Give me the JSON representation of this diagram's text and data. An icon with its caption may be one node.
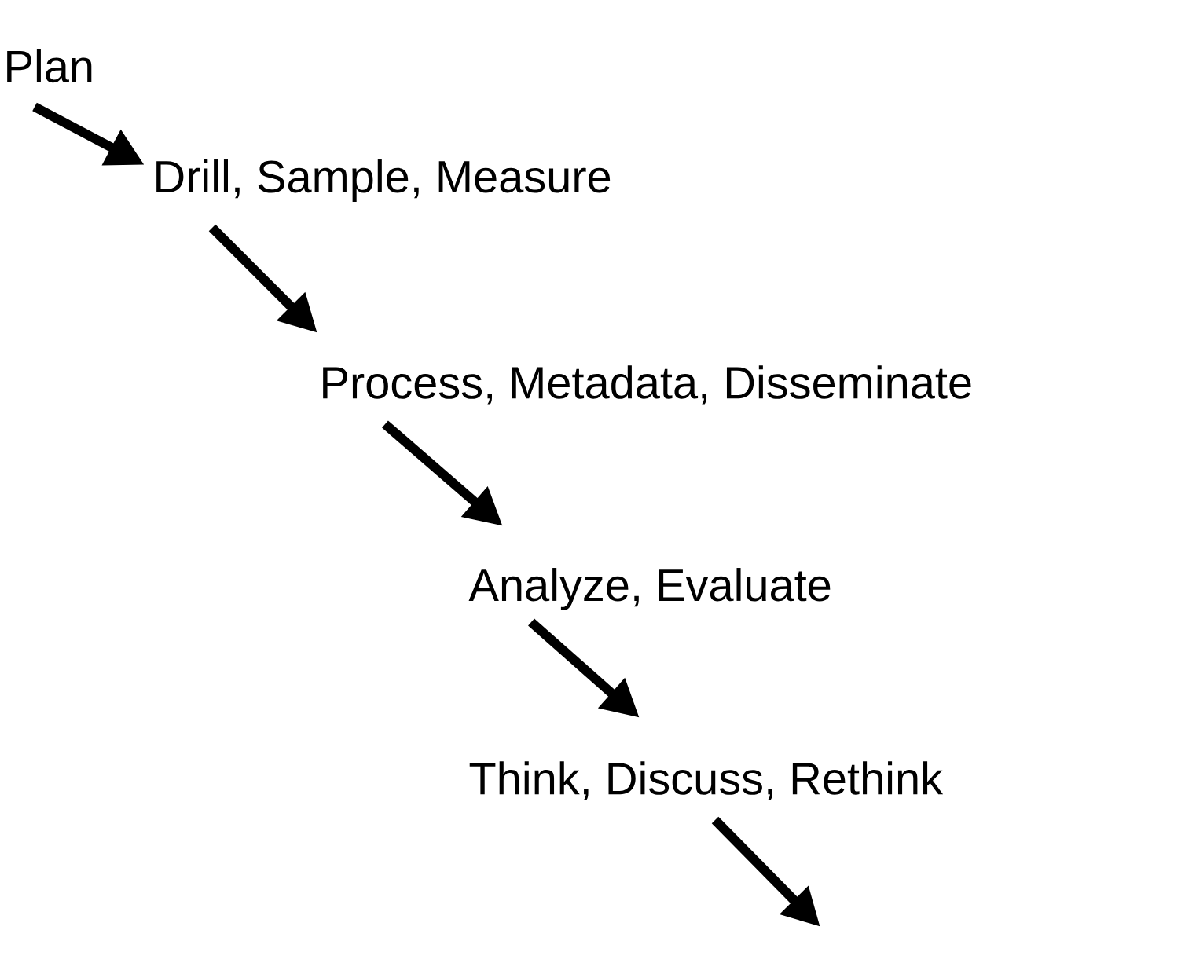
{
  "diagram": {
    "nodes": [
      {
        "text": [
          "Plan"
        ]
      },
      {
        "text": [
          "Drill, Sample, Measure"
        ]
      },
      {
        "text": [
          "Process, Metadata, Disseminate"
        ]
      },
      {
        "text": [
          "Analyze, Evaluate"
        ]
      },
      {
        "text": [
          "Think, Discuss, Rethink"
        ]
      }
    ],
    "edges": [
      {
        "from": 0,
        "to": 1,
        "arrow": "to"
      },
      {
        "from": 1,
        "to": 2,
        "arrow": "to"
      },
      {
        "from": 2,
        "to": 3,
        "arrow": "to"
      },
      {
        "from": 3,
        "to": 4,
        "arrow": "to"
      },
      {
        "from": 4,
        "to": null,
        "arrow": "to"
      }
    ]
  }
}
